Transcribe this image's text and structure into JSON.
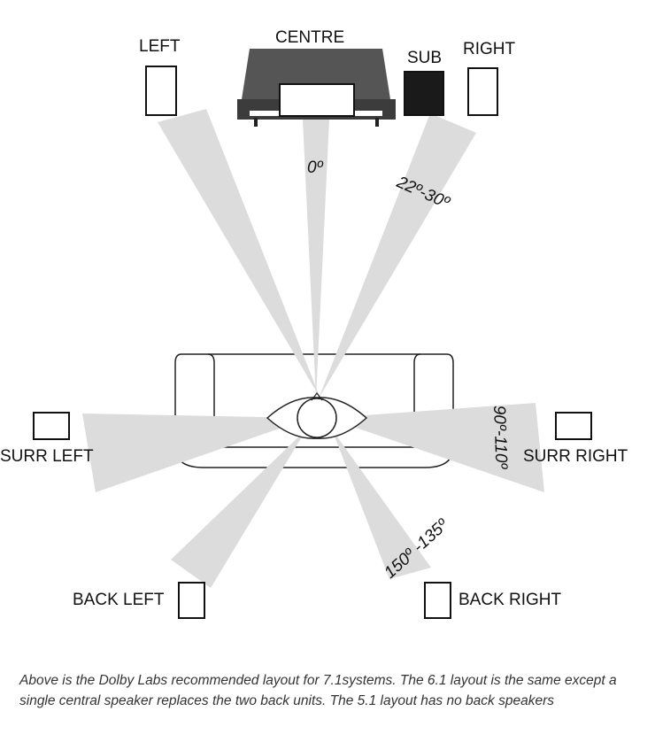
{
  "speakers": {
    "left": "LEFT",
    "centre": "CENTRE",
    "sub": "SUB",
    "right": "RIGHT",
    "surr_left": "SURR LEFT",
    "surr_right": "SURR RIGHT",
    "back_left": "BACK LEFT",
    "back_right": "BACK RIGHT"
  },
  "angles": {
    "centre": "0º",
    "front": "22º-30º",
    "surround": "90º-110º",
    "back": "150º -135º"
  },
  "caption": "Above is the Dolby Labs recommended layout for 7.1systems. The 6.1 layout is the same except a single central speaker replaces the two back units. The 5.1 layout has no back speakers",
  "colors": {
    "beam": "#dcdcdc",
    "tv_body": "#555555",
    "sub": "#1a1a1a"
  }
}
